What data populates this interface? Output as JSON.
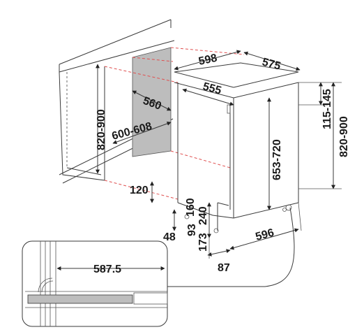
{
  "dimensions": {
    "top_width": "598",
    "top_depth": "575",
    "inner_depth": "555",
    "niche_depth": "560",
    "niche_width": "600-608",
    "niche_height": "820-900",
    "right_height": "820-900",
    "top_range": "115-145",
    "door_height": "653-720",
    "plinth_120": "120",
    "dim_160": "160",
    "dim_93": "93",
    "dim_240": "240",
    "dim_173": "173",
    "dim_48": "48",
    "bottom_width": "596",
    "dim_87": "87",
    "detail_587": "587.5"
  },
  "colors": {
    "niche_fill": "#bdbdbd",
    "red_guide": "#e05050",
    "line": "#3a3a3a"
  }
}
